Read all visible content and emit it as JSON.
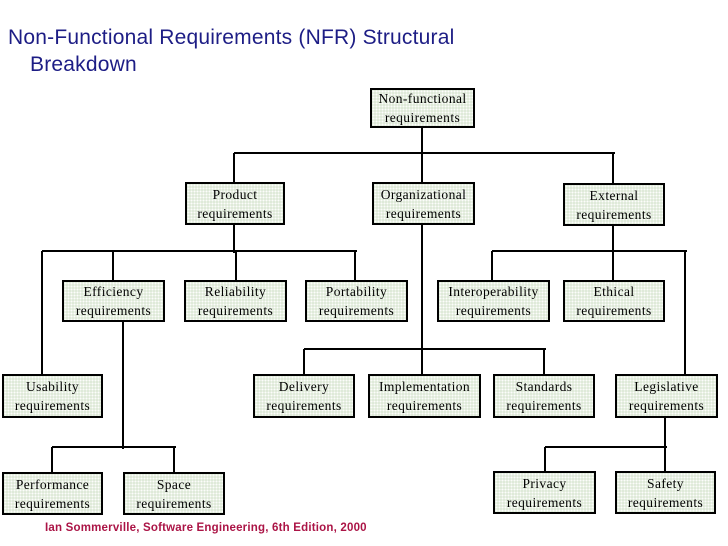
{
  "page": {
    "title": "Non-Functional Requirements (NFR) Structural Breakdown",
    "footer": "Ian Sommerville, Software Engineering, 6th Edition, 2000"
  },
  "colors": {
    "background": "#ffffff",
    "title_text": "#1d1d85",
    "footer_text": "#ab1446",
    "node_fill": "#dce8d5",
    "node_border": "#000000",
    "node_shadow": "#8b947e",
    "connector": "#000000"
  },
  "nodes": {
    "root": {
      "label": "Non-functional requirements"
    },
    "product": {
      "label": "Product requirements"
    },
    "organizational": {
      "label": "Organizational requirements"
    },
    "external": {
      "label": "External requirements"
    },
    "efficiency": {
      "label": "Efficiency requirements"
    },
    "reliability": {
      "label": "Reliability requirements"
    },
    "portability": {
      "label": "Portability requirements"
    },
    "interoperability": {
      "label": "Interoperability requirements"
    },
    "ethical": {
      "label": "Ethical requirements"
    },
    "usability": {
      "label": "Usability requirements"
    },
    "delivery": {
      "label": "Delivery requirements"
    },
    "implementation": {
      "label": "Implementation requirements"
    },
    "standards": {
      "label": "Standards requirements"
    },
    "legislative": {
      "label": "Legislative requirements"
    },
    "performance": {
      "label": "Performance requirements"
    },
    "space": {
      "label": "Space requirements"
    },
    "privacy": {
      "label": "Privacy requirements"
    },
    "safety": {
      "label": "Safety requirements"
    }
  },
  "hierarchy": [
    {
      "id": "root",
      "children": [
        "product",
        "organizational",
        "external"
      ]
    },
    {
      "id": "product",
      "children": [
        "usability",
        "efficiency",
        "reliability",
        "portability"
      ]
    },
    {
      "id": "efficiency",
      "children": [
        "performance",
        "space"
      ]
    },
    {
      "id": "organizational",
      "children": [
        "delivery",
        "implementation",
        "standards"
      ]
    },
    {
      "id": "external",
      "children": [
        "interoperability",
        "ethical",
        "legislative"
      ]
    },
    {
      "id": "legislative",
      "children": [
        "privacy",
        "safety"
      ]
    }
  ]
}
